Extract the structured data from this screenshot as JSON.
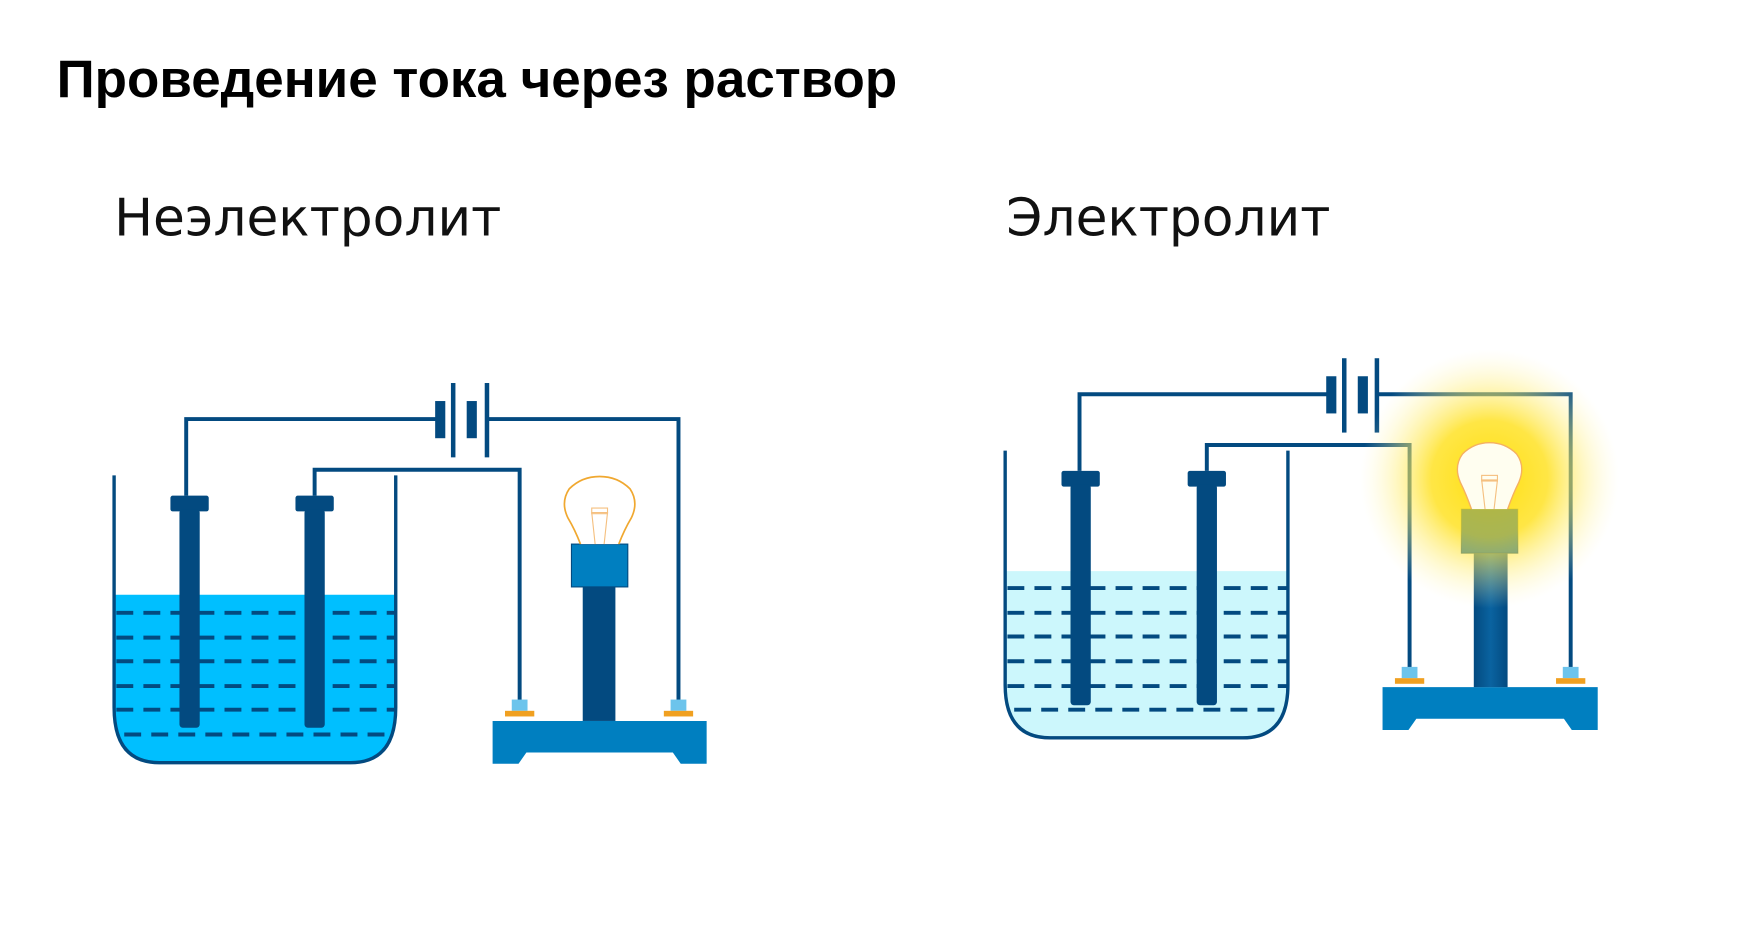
{
  "title": "Проведение тока через раствор",
  "panels": [
    {
      "label": "Неэлектролит",
      "lamp_lit": false,
      "solution_color": "#00bfff"
    },
    {
      "label": "Электролит",
      "lamp_lit": true,
      "solution_color": "#ccf7fc"
    }
  ],
  "colors": {
    "wire": "#034a80",
    "stand": "#007fc0",
    "glow": "#ffe000",
    "bulb_outline": "#f0a830"
  }
}
